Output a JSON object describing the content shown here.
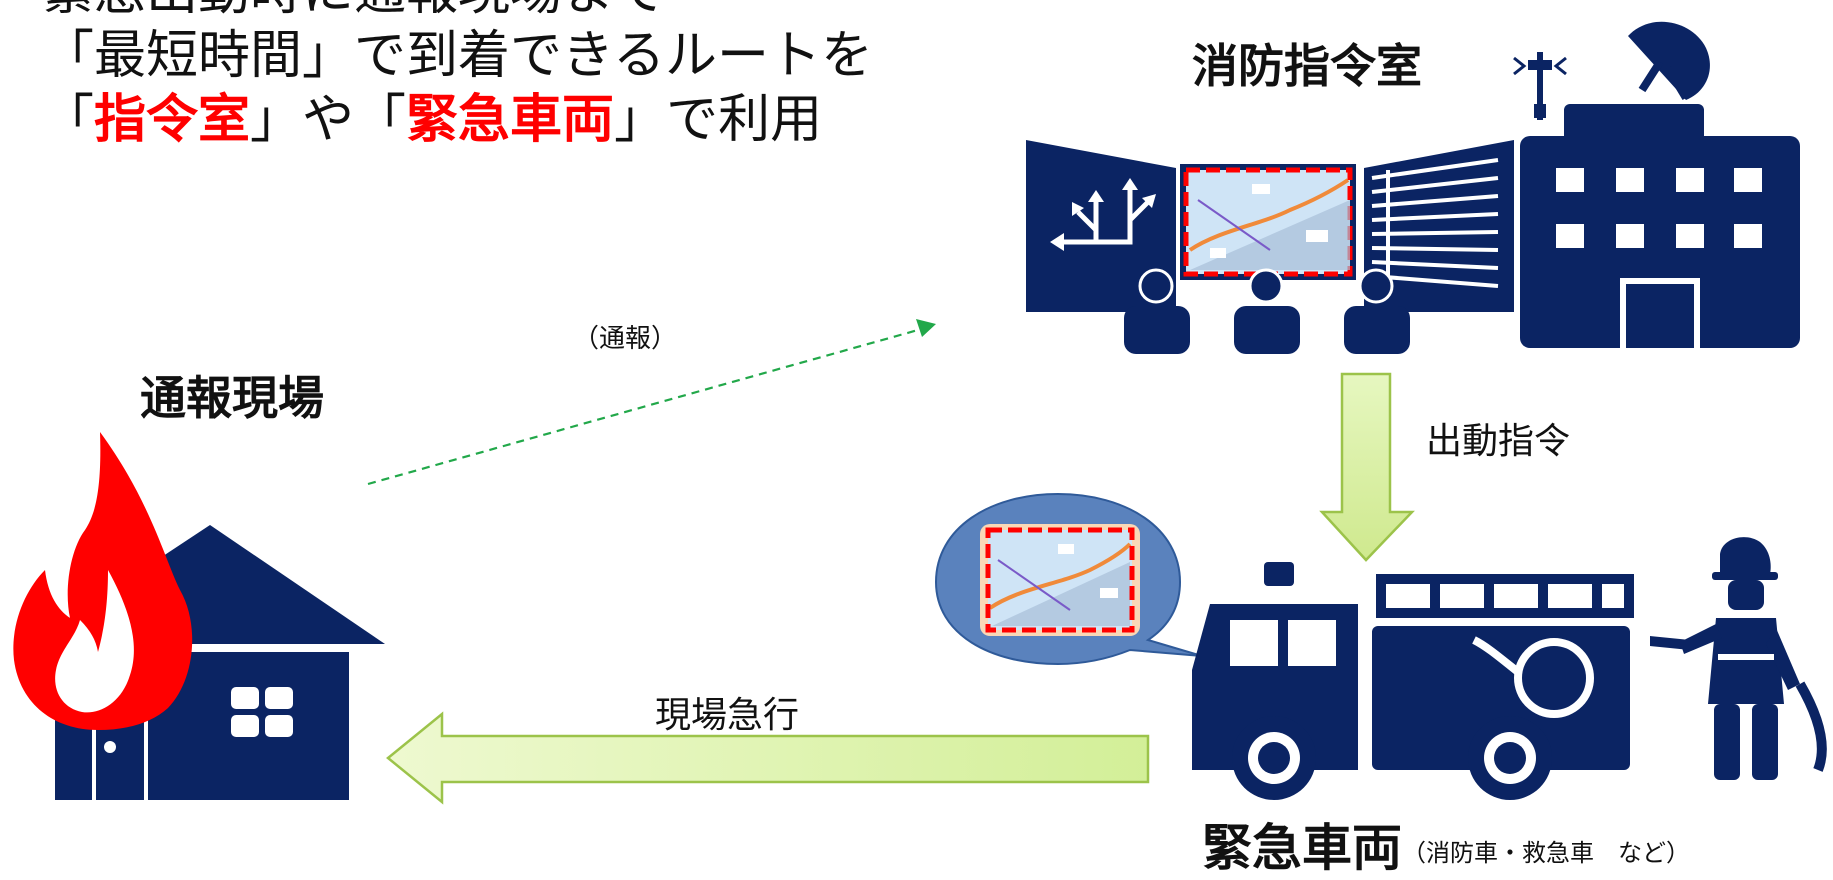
{
  "headline": {
    "line1": "緊急出動時に通報現場まで",
    "line2": "「最短時間」で到着できるルートを",
    "line3_pre": "「",
    "line3_em1": "指令室",
    "line3_mid": "」や「",
    "line3_em2": "緊急車両",
    "line3_post": "」で利用"
  },
  "nodes": {
    "command_center": "消防指令室",
    "report_site": "通報現場",
    "vehicle_title": "緊急車両",
    "vehicle_note": "（消防車・救急車　など）"
  },
  "arrows": {
    "report": "（通報）",
    "dispatch": "出動指令",
    "rush": "現場急行"
  },
  "colors": {
    "navy": "#0b2463",
    "alert_red": "#ff0000",
    "arrow_green_fill": "#d9f3a2",
    "arrow_green_stroke": "#9cc34a",
    "dashed_green": "#22a84a",
    "bubble_blue": "#5a82bd"
  }
}
